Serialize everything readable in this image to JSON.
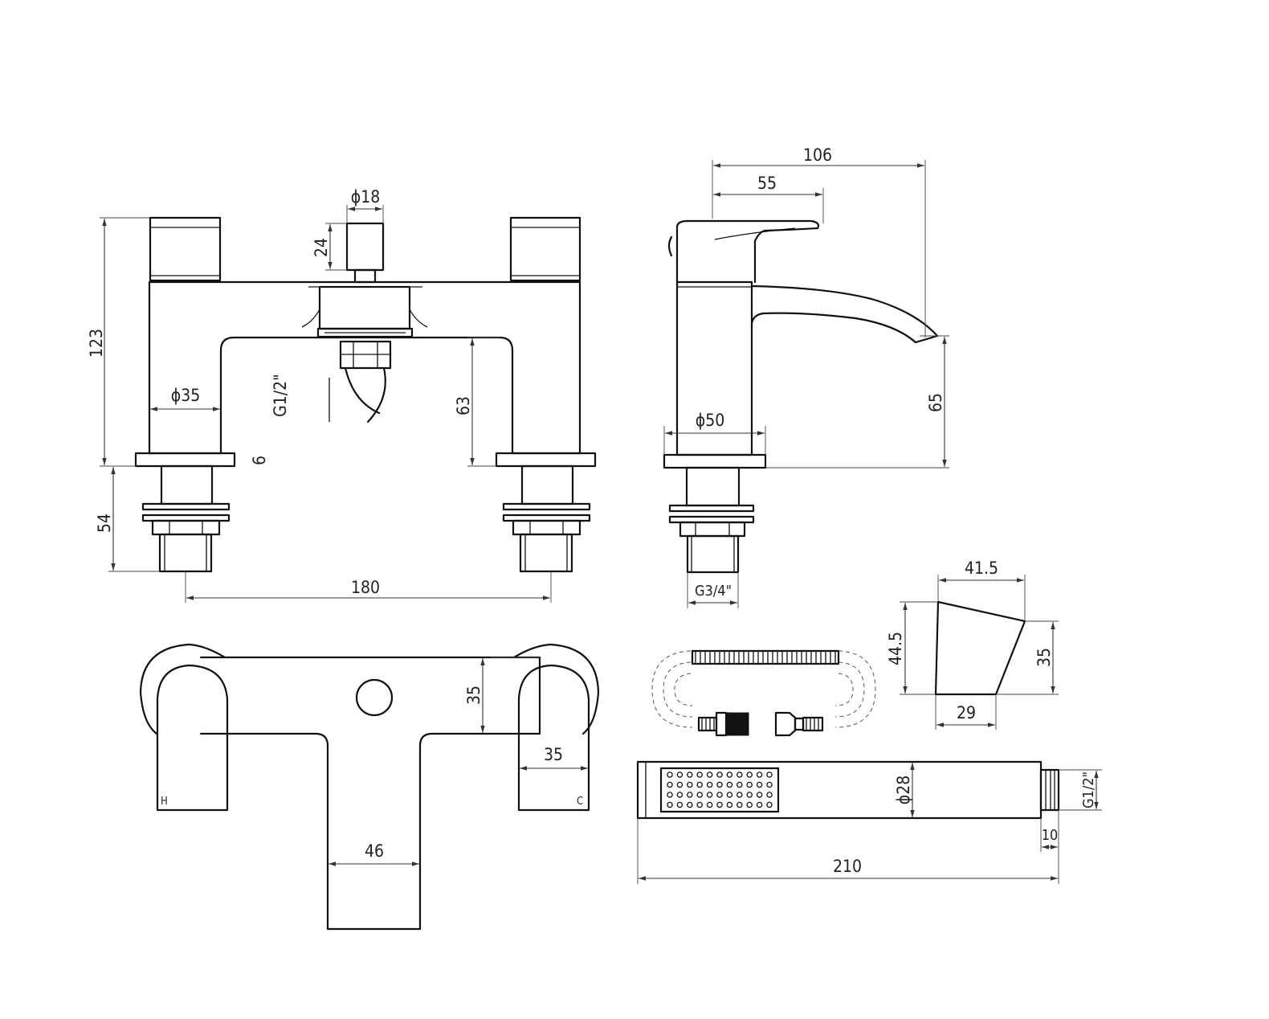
{
  "dimensions": {
    "bridge_height": "123",
    "spout_diameter": "ϕ18",
    "spout_height": "24",
    "body_diameter": "ϕ35",
    "thread_g12": "G1/2\"",
    "spout_clearance": "63",
    "flange_thickness": "6",
    "tail_length": "54",
    "centres": "180",
    "side_overall_depth": "106",
    "side_lever_reach": "55",
    "side_spout_height": "65",
    "side_body_diameter": "ϕ50",
    "side_thread": "G3/4\"",
    "plan_lever_width": "35",
    "plan_body_depth": "35",
    "plan_spout_width": "46",
    "holder_top": "41.5",
    "holder_height_left": "44.5",
    "holder_height_right": "35",
    "holder_bottom": "29",
    "handset_diameter": "ϕ28",
    "handset_length": "210",
    "handset_thread": "G1/2\"",
    "handset_thread_length": "10"
  },
  "labels": {
    "hot": "H",
    "cold": "C"
  }
}
